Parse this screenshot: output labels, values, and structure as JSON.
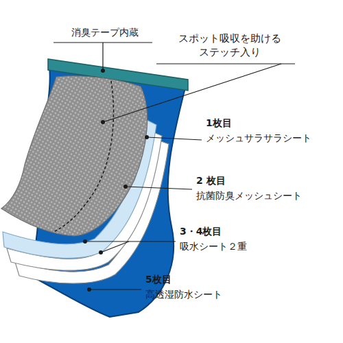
{
  "diagram": {
    "labels": [
      "消臭テープ内蔵",
      "スポット吸収を助ける ステッチ入り",
      "1枚目",
      "メッシュサラサラシート",
      "2 枚目",
      "抗菌防臭メッシュシート",
      "3・4枚目",
      "吸水シート２重",
      "5枚目",
      "高透湿防水シート"
    ]
  }
}
